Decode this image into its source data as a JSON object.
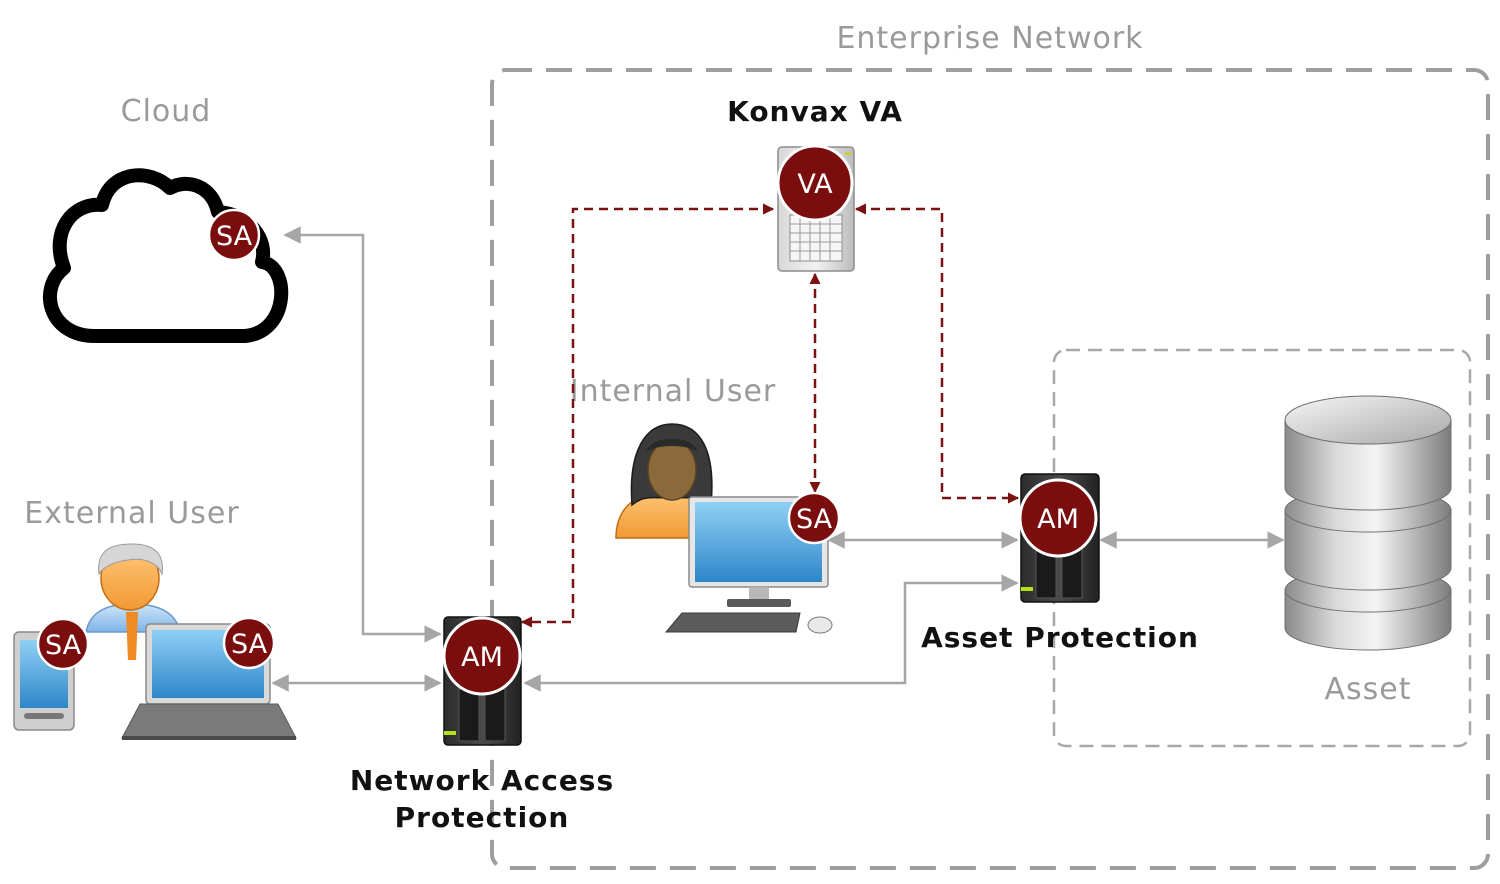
{
  "labels": {
    "enterprise_network": "Enterprise Network",
    "cloud": "Cloud",
    "konvax_va": "Konvax VA",
    "internal_user": "Internal User",
    "external_user": "External User",
    "asset_protection": "Asset Protection",
    "asset": "Asset",
    "network_access_protection_line1": "Network Access",
    "network_access_protection_line2": "Protection"
  },
  "badges": {
    "va": "VA",
    "sa_cloud": "SA",
    "sa_internal": "SA",
    "sa_phone": "SA",
    "sa_laptop": "SA",
    "am_network": "AM",
    "am_asset": "AM"
  },
  "colors": {
    "badge_fill": "#7a0d0d",
    "dashed_arrow": "#7a1212",
    "solid_arrow": "#a6a6a6",
    "zone_border": "#9e9e9e",
    "label_gray": "#9a9a9a"
  },
  "icons": [
    "cloud-icon",
    "server-icon",
    "database-icon",
    "monitor-icon",
    "laptop-icon",
    "phone-icon",
    "user-icon"
  ]
}
